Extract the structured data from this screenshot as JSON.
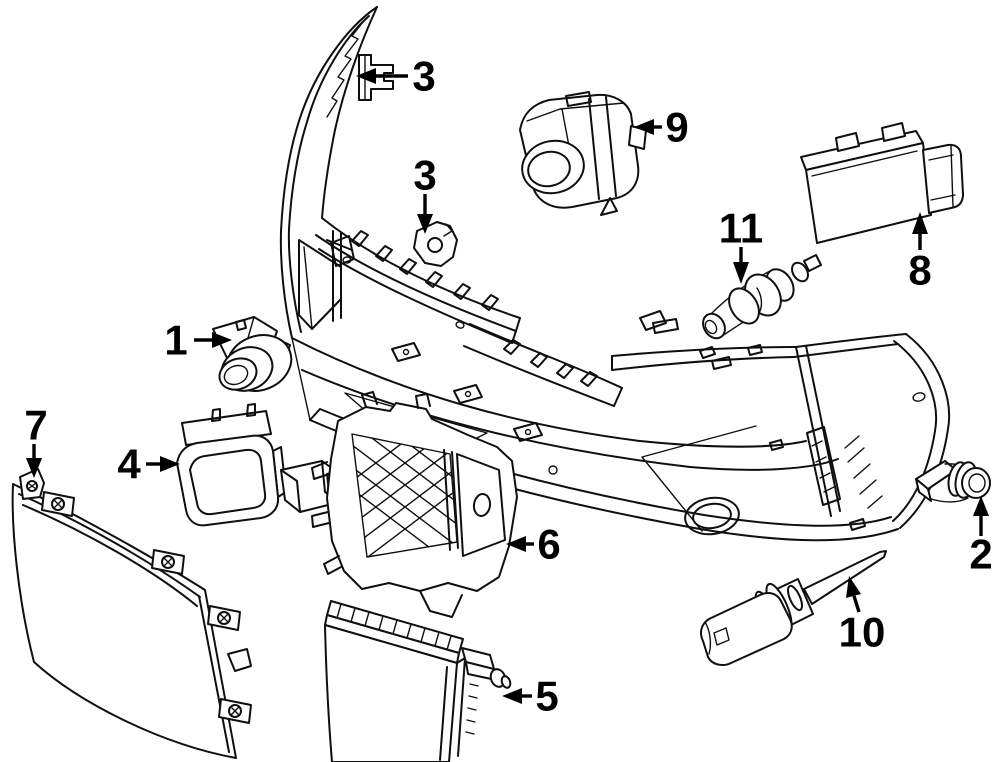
{
  "diagram": {
    "type": "parts-diagram",
    "subject": "front bumper electrical components exploded view",
    "background_color": "#ffffff",
    "line_color": "#0f0f0f",
    "callouts": [
      {
        "label": "1"
      },
      {
        "label": "2"
      },
      {
        "label": "3"
      },
      {
        "label": "3"
      },
      {
        "label": "4"
      },
      {
        "label": "5"
      },
      {
        "label": "6"
      },
      {
        "label": "7"
      },
      {
        "label": "8"
      },
      {
        "label": "9"
      },
      {
        "label": "10"
      },
      {
        "label": "11"
      }
    ]
  }
}
